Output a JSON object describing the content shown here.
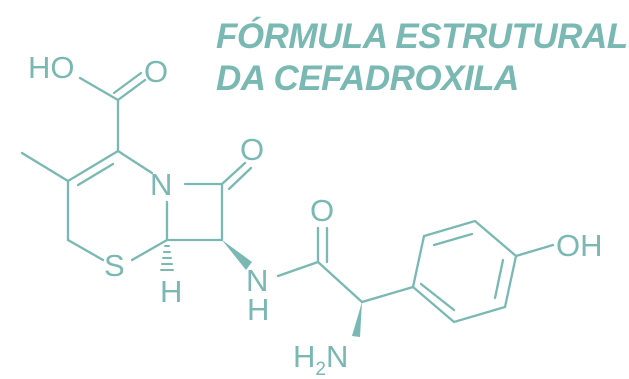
{
  "title": {
    "line1": "FÓRMULA ESTRUTURAL",
    "line2": "DA CEFADROXILA"
  },
  "structure": {
    "atoms": {
      "oh_acid": "HO",
      "o_acid": "O",
      "o_lactam": "O",
      "n_ring": "N",
      "s_ring": "S",
      "h_stereo": "H",
      "n_amide": "N",
      "h_amide": "H",
      "o_amide": "O",
      "nh2_h": "H",
      "nh2_sub": "2",
      "nh2_n": "N",
      "oh_phenol": "OH"
    }
  },
  "colors": {
    "ink": "#79b8b3"
  }
}
